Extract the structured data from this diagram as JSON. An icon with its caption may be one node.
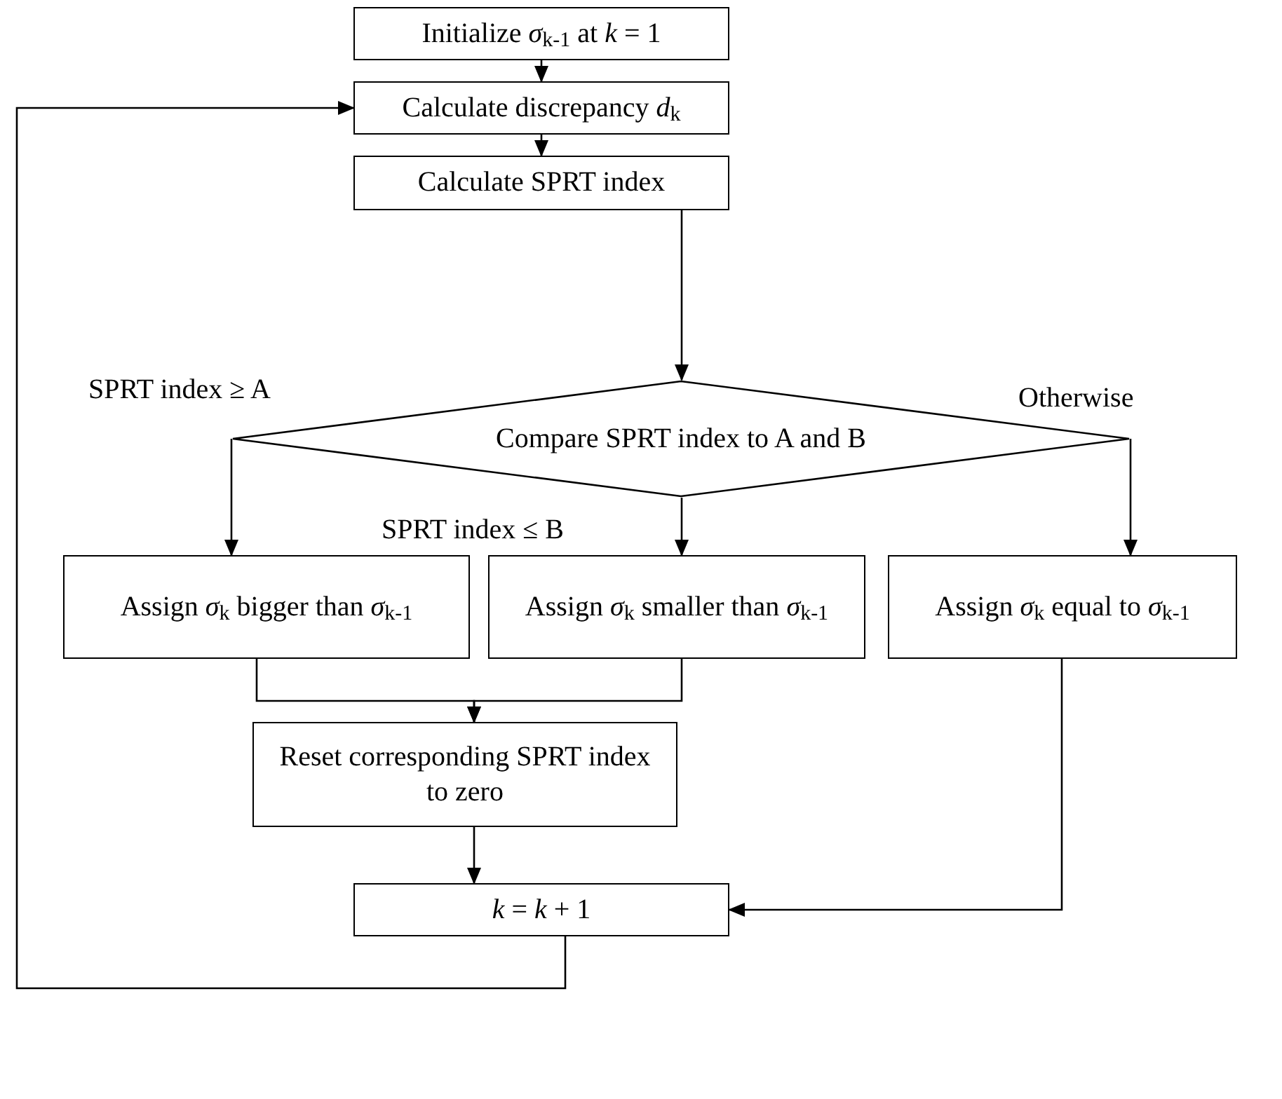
{
  "diagram": {
    "nodes": [
      {
        "text": [
          "Initialize *σ*$_{k-1}$ at *k* = 1"
        ]
      },
      {
        "text": [
          "Calculate discrepancy *d*$_{k}$"
        ]
      },
      {
        "text": [
          "Calculate SPRT index"
        ]
      },
      {
        "text": [
          "Compare SPRT index to A and B"
        ]
      },
      {
        "text": [
          "Assign *σ*$_{k}$ bigger than *σ*$_{k-1}$"
        ]
      },
      {
        "text": [
          "Assign *σ*$_{k}$ smaller than *σ*$_{k-1}$"
        ]
      },
      {
        "text": [
          "Assign *σ*$_{k}$ equal to *σ*$_{k-1}$"
        ]
      },
      {
        "text": [
          "Reset corresponding SPRT index to zero"
        ]
      },
      {
        "text": [
          "*k* = *k* + 1"
        ]
      }
    ],
    "edges": [
      {
        "from": 0,
        "to": 1,
        "arrow": "to"
      },
      {
        "from": 1,
        "to": 2,
        "arrow": "to"
      },
      {
        "from": 2,
        "to": 3,
        "arrow": "to"
      },
      {
        "from": 3,
        "to": 4,
        "arrow": "to",
        "label": "SPRT index ≥ A"
      },
      {
        "from": 3,
        "to": 5,
        "arrow": "to",
        "label": "SPRT index ≤ B"
      },
      {
        "from": 3,
        "to": 6,
        "arrow": "to",
        "label": "Otherwise"
      },
      {
        "from": 4,
        "to": 7,
        "arrow": "to"
      },
      {
        "from": 5,
        "to": 7,
        "arrow": "to"
      },
      {
        "from": 7,
        "to": 8,
        "arrow": "to"
      },
      {
        "from": 6,
        "to": 8,
        "arrow": "to"
      },
      {
        "from": 8,
        "to": 1,
        "arrow": "to"
      }
    ]
  }
}
